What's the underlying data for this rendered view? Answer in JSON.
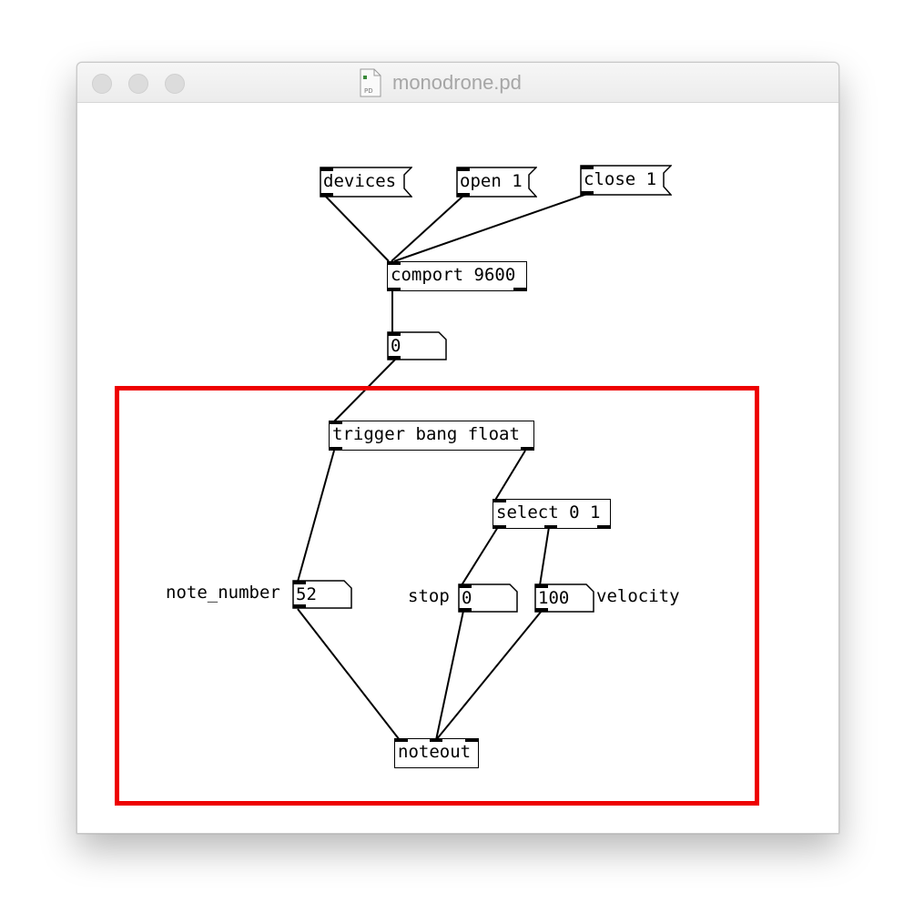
{
  "window": {
    "title": "monodrone.pd",
    "doc_icon_label": "PD"
  },
  "objects": {
    "devices": "devices",
    "open": "open 1",
    "close": "close 1",
    "comport": "comport 9600",
    "number_top": "0",
    "trigger": "trigger bang float",
    "select": "select 0 1",
    "note_number_value": "52",
    "stop_value": "0",
    "velocity_value": "100",
    "noteout": "noteout"
  },
  "labels": {
    "note_number": "note_number",
    "stop": "stop",
    "velocity": "velocity"
  },
  "colors": {
    "highlight": "#ee0000",
    "traffic_light": "#dcdcdc"
  }
}
